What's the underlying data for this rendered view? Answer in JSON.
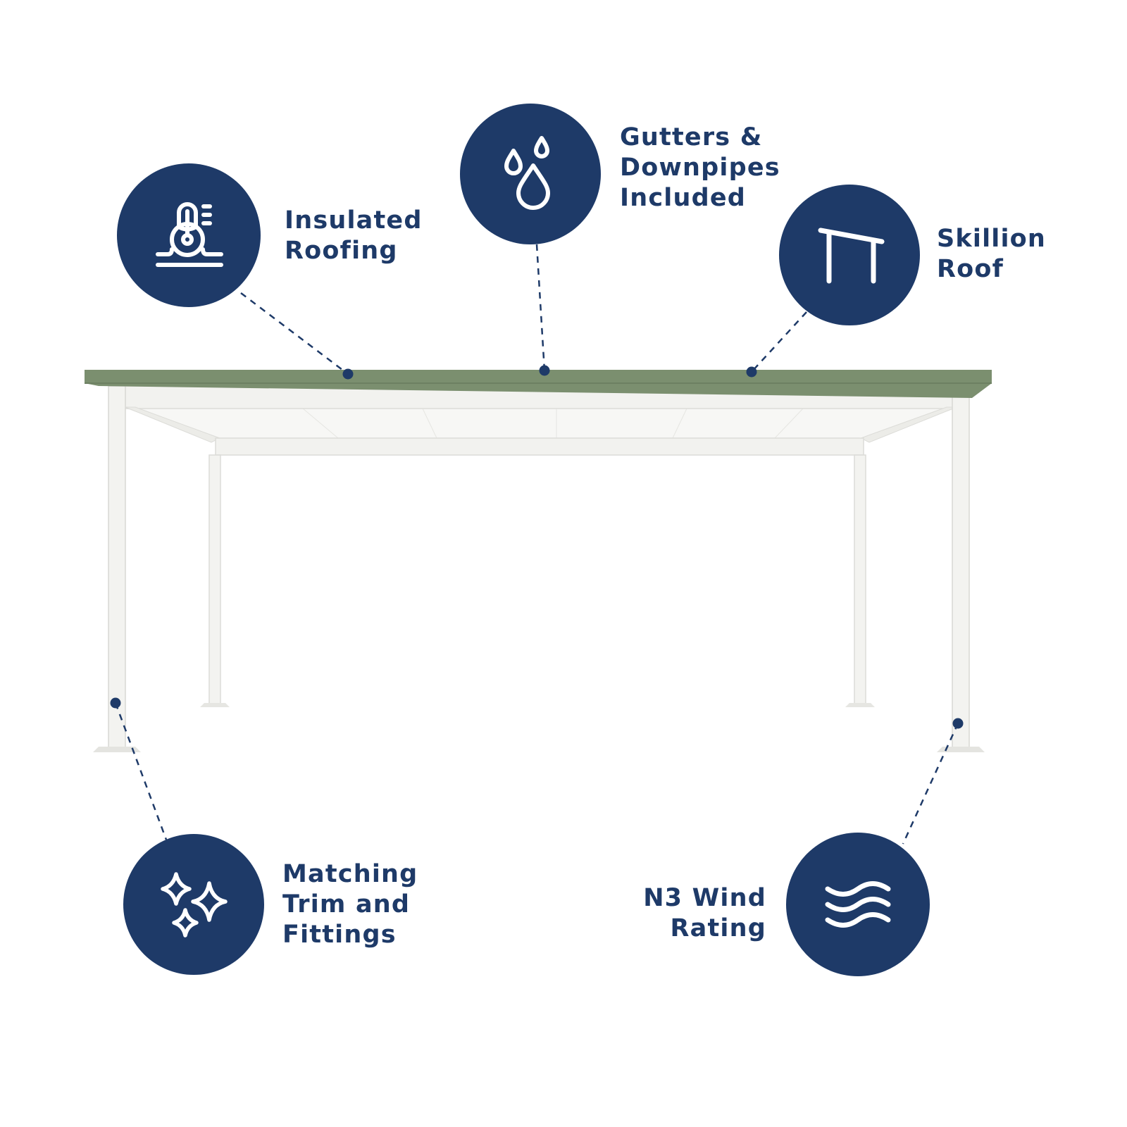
{
  "colors": {
    "badge": "#1e3a68",
    "icon_stroke": "#ffffff",
    "roof": "#7b8f6f",
    "frame": "#f4f4f1",
    "leader_line": "#1e3a68"
  },
  "features": [
    {
      "id": "insulated-roofing",
      "icon": "thermometer-insulation-icon",
      "label": "Insulated\nRoofing"
    },
    {
      "id": "gutters-downpipes",
      "icon": "water-drops-icon",
      "label": "Gutters &\nDownpipes\nIncluded"
    },
    {
      "id": "skillion-roof",
      "icon": "skillion-roof-icon",
      "label": "Skillion\nRoof"
    },
    {
      "id": "matching-trim",
      "icon": "sparkles-icon",
      "label": "Matching\nTrim and\nFittings"
    },
    {
      "id": "wind-rating",
      "icon": "wind-waves-icon",
      "label": "N3 Wind\nRating"
    }
  ]
}
